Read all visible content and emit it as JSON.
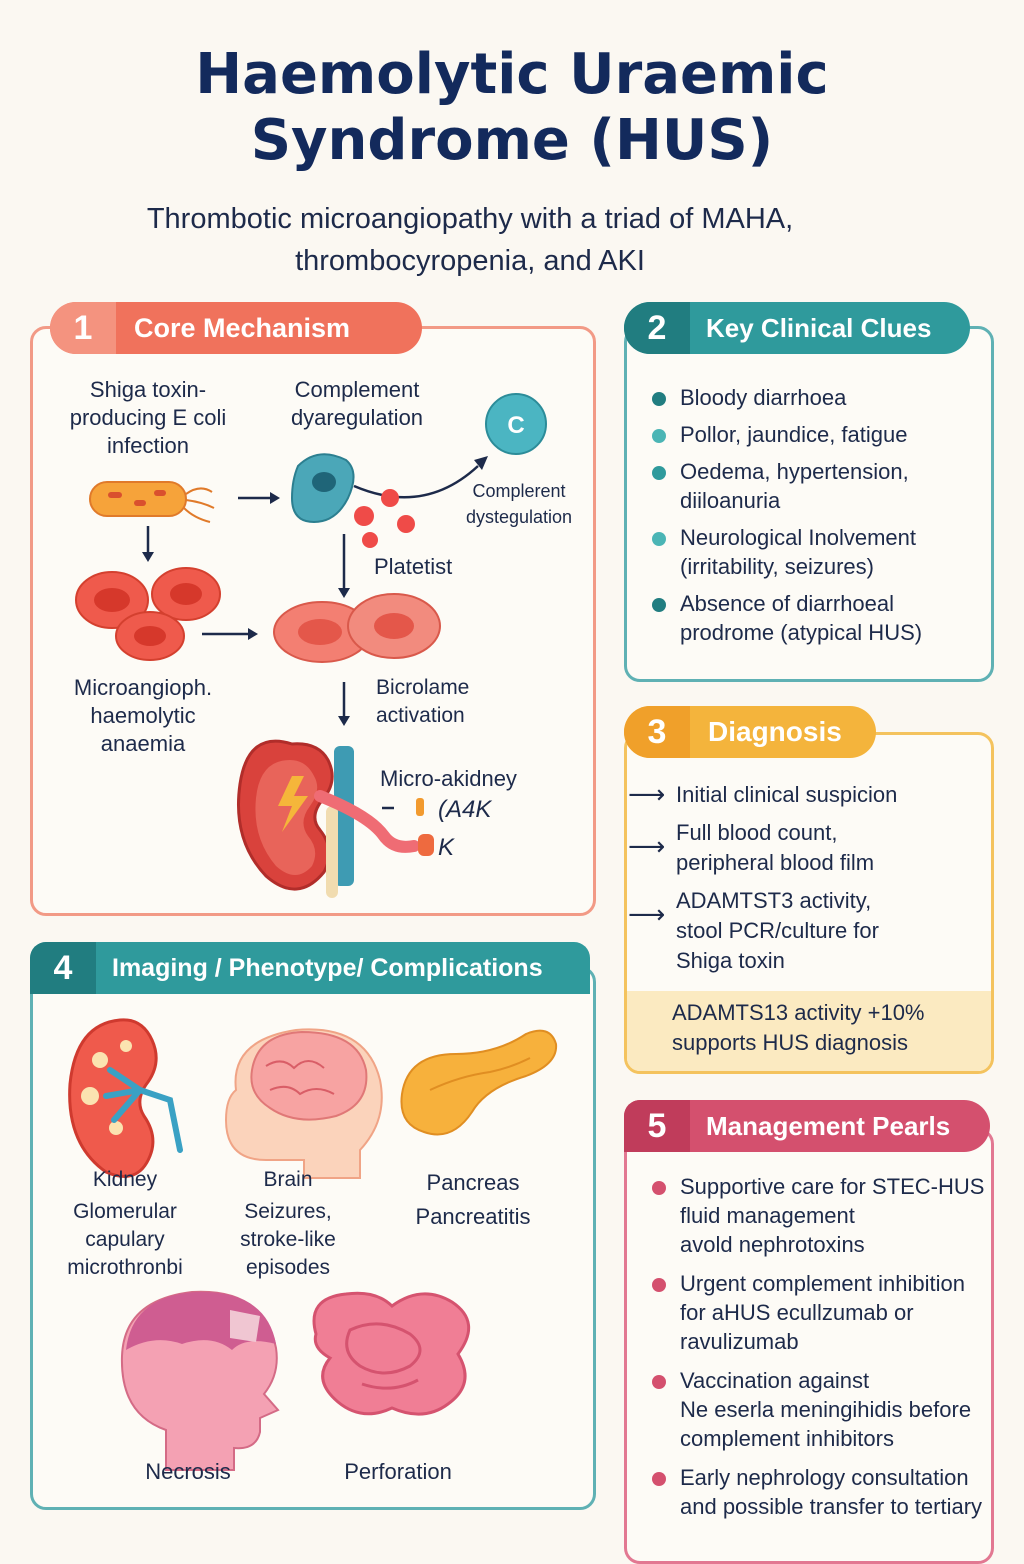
{
  "header": {
    "title_line1": "Haemolytic Uraemic",
    "title_line2": "Syndrome (HUS)",
    "subtitle_line1": "Thrombotic microangiopathy with a triad of MAHA,",
    "subtitle_line2": "thrombocyropenia, and AKI"
  },
  "panel1": {
    "number": "1",
    "title": "Core Mechanism",
    "label_shiga": [
      "Shiga toxin-",
      "producing E coli",
      "infection"
    ],
    "label_complement": [
      "Complement",
      "dyaregulation"
    ],
    "label_complement_side": [
      "Complerent",
      "dystegulation"
    ],
    "label_c_circle": "C",
    "label_platelet": "Platetist",
    "label_maha": [
      "Microangioph.",
      "haemolytic",
      "anaemia"
    ],
    "label_activation": [
      "Bicrolame",
      "activation"
    ],
    "label_kidney": "Micro-akidney",
    "label_a4k": "(A4K",
    "label_k": "K"
  },
  "panel2": {
    "number": "2",
    "title": "Key Clinical Clues",
    "items": [
      {
        "line1": "Bloody diarrhoea",
        "line2": ""
      },
      {
        "line1": "Pollor, jaundice, fatigue",
        "line2": ""
      },
      {
        "line1": "Oedema, hypertension,",
        "line2": "diiloanuria"
      },
      {
        "line1": "Neurological Inolvement",
        "line2": "(irritability, seizures)"
      },
      {
        "line1": "Absence of diarrhoeal",
        "line2": "prodrome (atypical HUS)"
      }
    ]
  },
  "panel3": {
    "number": "3",
    "title": "Diagnosis",
    "steps": [
      {
        "line1": "Initial clinical suspicion",
        "line2": "",
        "line3": ""
      },
      {
        "line1": "Full blood count,",
        "line2": "peripheral blood film",
        "line3": ""
      },
      {
        "line1": "ADAMTST3 activity,",
        "line2": "stool PCR/culture for",
        "line3": "Shiga toxin"
      }
    ],
    "note_line1": "ADAMTS13 activity +10%",
    "note_line2": "supports HUS diagnosis"
  },
  "panel4": {
    "number": "4",
    "title": "Imaging / Phenotype/ Complications",
    "organs": {
      "kidney": [
        "Kidney",
        "Glomerular",
        "capulary",
        "microthronbi"
      ],
      "brain": [
        "Brain",
        "Seizures,",
        "stroke-like",
        "episodes"
      ],
      "pancreas": [
        "Pancreas",
        "Pancreatitis"
      ],
      "necrosis": "Necrosis",
      "perforation": "Perforation"
    }
  },
  "panel5": {
    "number": "5",
    "title": "Management Pearls",
    "items": [
      {
        "line1": "Supportive care for STEC-HUS",
        "line2": "fluid management",
        "line3": "avold nephrotoxins"
      },
      {
        "line1": "Urgent complement inhibition",
        "line2": "for aHUS ecullzumab or",
        "line3": "ravulizumab"
      },
      {
        "line1": "Vaccination against",
        "line2": "Ne eserla meningihidis before",
        "line3": "complement inhibitors"
      },
      {
        "line1": "Early nephrology consultation",
        "line2": "and possible transfer to tertiary",
        "line3": ""
      }
    ]
  },
  "colors": {
    "panel1": "#f0725c",
    "panel2": "#2b8a8e",
    "panel3": "#f2ae3a",
    "panel4": "#2b8a8e",
    "panel5": "#d4506e",
    "navy": "#132a5c"
  }
}
